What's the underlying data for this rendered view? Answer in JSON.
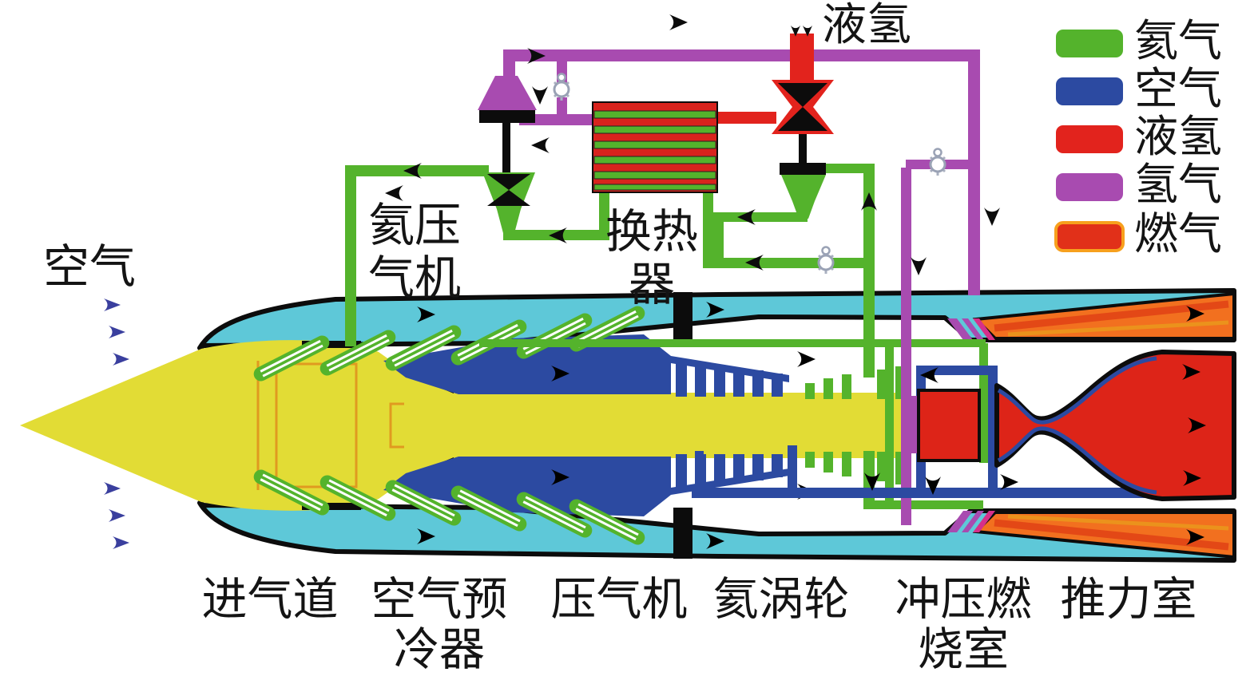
{
  "colors": {
    "helium_green": "#54b32c",
    "air_blue": "#2c4aa1",
    "lh2_red": "#e2231d",
    "gh2_purple": "#a84bb0",
    "burned_gas_red": "#e13019",
    "burned_gas_edge_orange": "#f7a01d",
    "duct_cyan": "#5ec8d8",
    "spike_yellow": "#e2dc35",
    "ramjet_orange": "#f2701f"
  },
  "legend": {
    "items": [
      {
        "label": "氦气",
        "color": "#54b32c"
      },
      {
        "label": "空气",
        "color": "#2c4aa1"
      },
      {
        "label": "液氢",
        "color": "#e2231d"
      },
      {
        "label": "氢气",
        "color": "#a84bb0"
      },
      {
        "label": "燃气",
        "color": "#e13019"
      }
    ]
  },
  "flow_labels": {
    "lh2_inlet": "液氢",
    "air_inlet": "空气"
  },
  "system_labels": {
    "helium_compressor_line1": "氦压",
    "helium_compressor_line2": "气机",
    "heat_exchanger_line1": "换热",
    "heat_exchanger_line2": "器"
  },
  "section_labels": {
    "inlet": "进气道",
    "precooler_line1": "空气预",
    "precooler_line2": "冷器",
    "compressor": "压气机",
    "helium_turbine": "氦涡轮",
    "ramjet_line1": "冲压燃",
    "ramjet_line2": "烧室",
    "thrust_chamber": "推力室"
  }
}
